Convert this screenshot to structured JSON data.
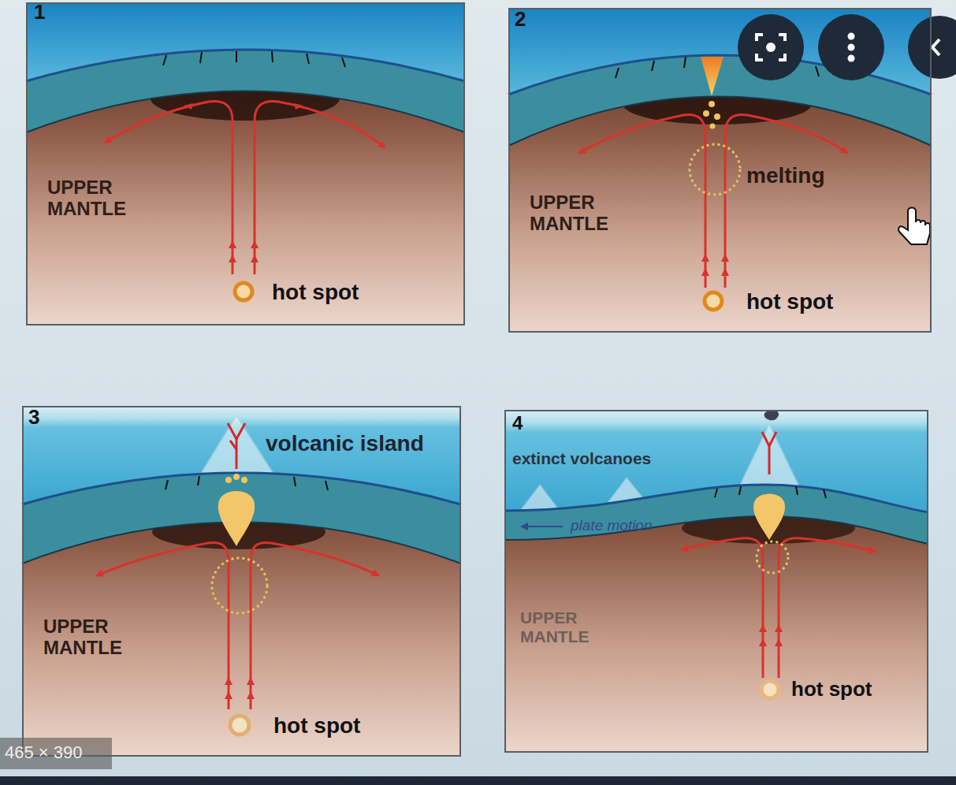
{
  "diagram": {
    "nodes": [
      {
        "text": [
          "1",
          "UPPER MANTLE",
          "hot spot"
        ]
      },
      {
        "text": [
          "2",
          "melting",
          "UPPER MANTLE",
          "hot spot"
        ]
      },
      {
        "text": [
          "3",
          "volcanic island",
          "UPPER MANTLE",
          "hot spot"
        ]
      },
      {
        "text": [
          "4",
          "extinct volcanoes",
          "plate motion",
          "UPPER MANTLE",
          "hot spot"
        ]
      }
    ],
    "labels": [
      "465 × 390"
    ]
  }
}
